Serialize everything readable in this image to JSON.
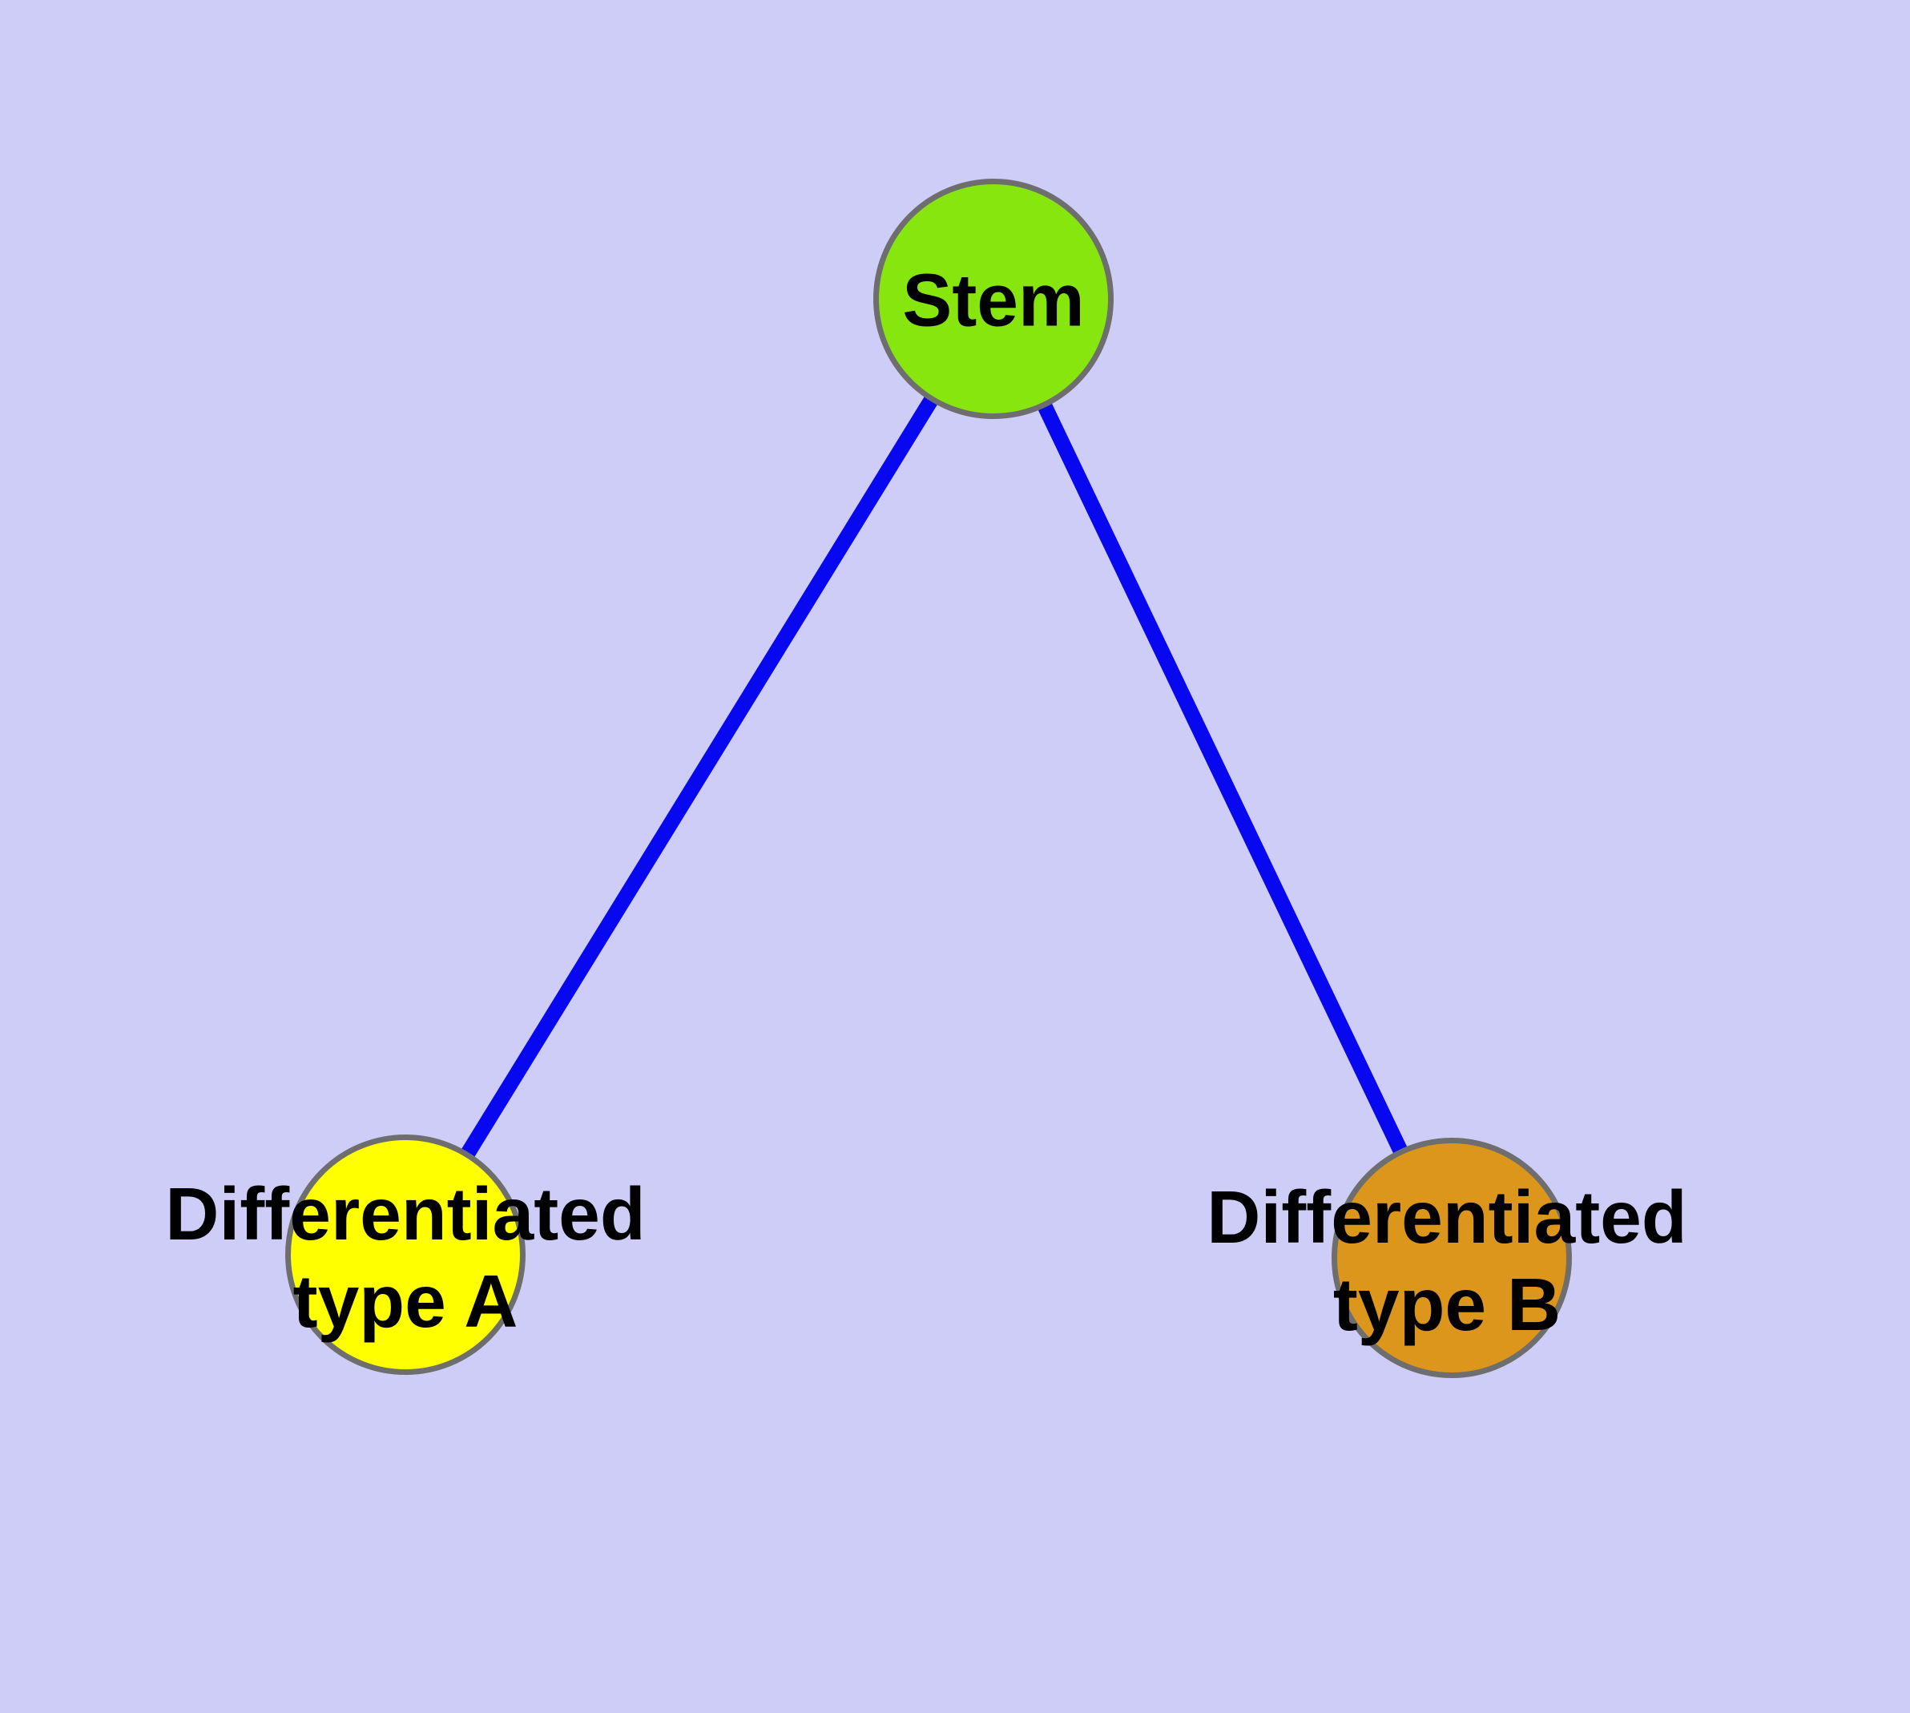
{
  "diagram": {
    "type": "graph",
    "background_color": "#cdcdf8",
    "edge_color": "#0707f0",
    "node_border_color": "#6e6e6e",
    "nodes": {
      "stem": {
        "label": "Stem",
        "fill": "#88e60f"
      },
      "type_a": {
        "label": "Differentiated\ntype A",
        "fill": "#ffff00"
      },
      "type_b": {
        "label": "Differentiated\ntype B",
        "fill": "#dd961c"
      }
    },
    "edges": [
      {
        "from": "Stem",
        "to": "Differentiated type A"
      },
      {
        "from": "Stem",
        "to": "Differentiated type B"
      }
    ]
  }
}
